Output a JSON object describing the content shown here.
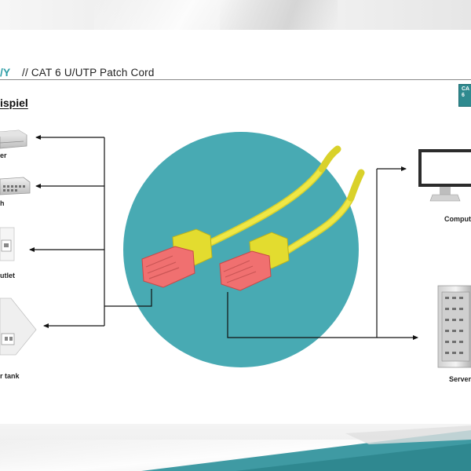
{
  "header": {
    "logo_fragment": "/Y",
    "title": "// CAT 6 U/UTP Patch Cord"
  },
  "section": {
    "label": "ispiel"
  },
  "badge": {
    "line1": "CA",
    "line2": "6"
  },
  "devices_left": [
    {
      "name": "router",
      "label": "er",
      "icon": "router-icon"
    },
    {
      "name": "switch",
      "label": "h",
      "icon": "switch-icon"
    },
    {
      "name": "outlet",
      "label": "utlet",
      "icon": "outlet-icon"
    },
    {
      "name": "floor-tank",
      "label": "r tank",
      "icon": "floor-tank-icon"
    }
  ],
  "devices_right": [
    {
      "name": "computer",
      "label": "Comput",
      "icon": "monitor-icon"
    },
    {
      "name": "server",
      "label": "Server",
      "icon": "server-icon"
    }
  ],
  "colors": {
    "accent_teal": "#48aab3",
    "cable_yellow": "#e8e03a",
    "connector_red": "#f06a6a",
    "logo_teal": "#2f9ea6"
  }
}
